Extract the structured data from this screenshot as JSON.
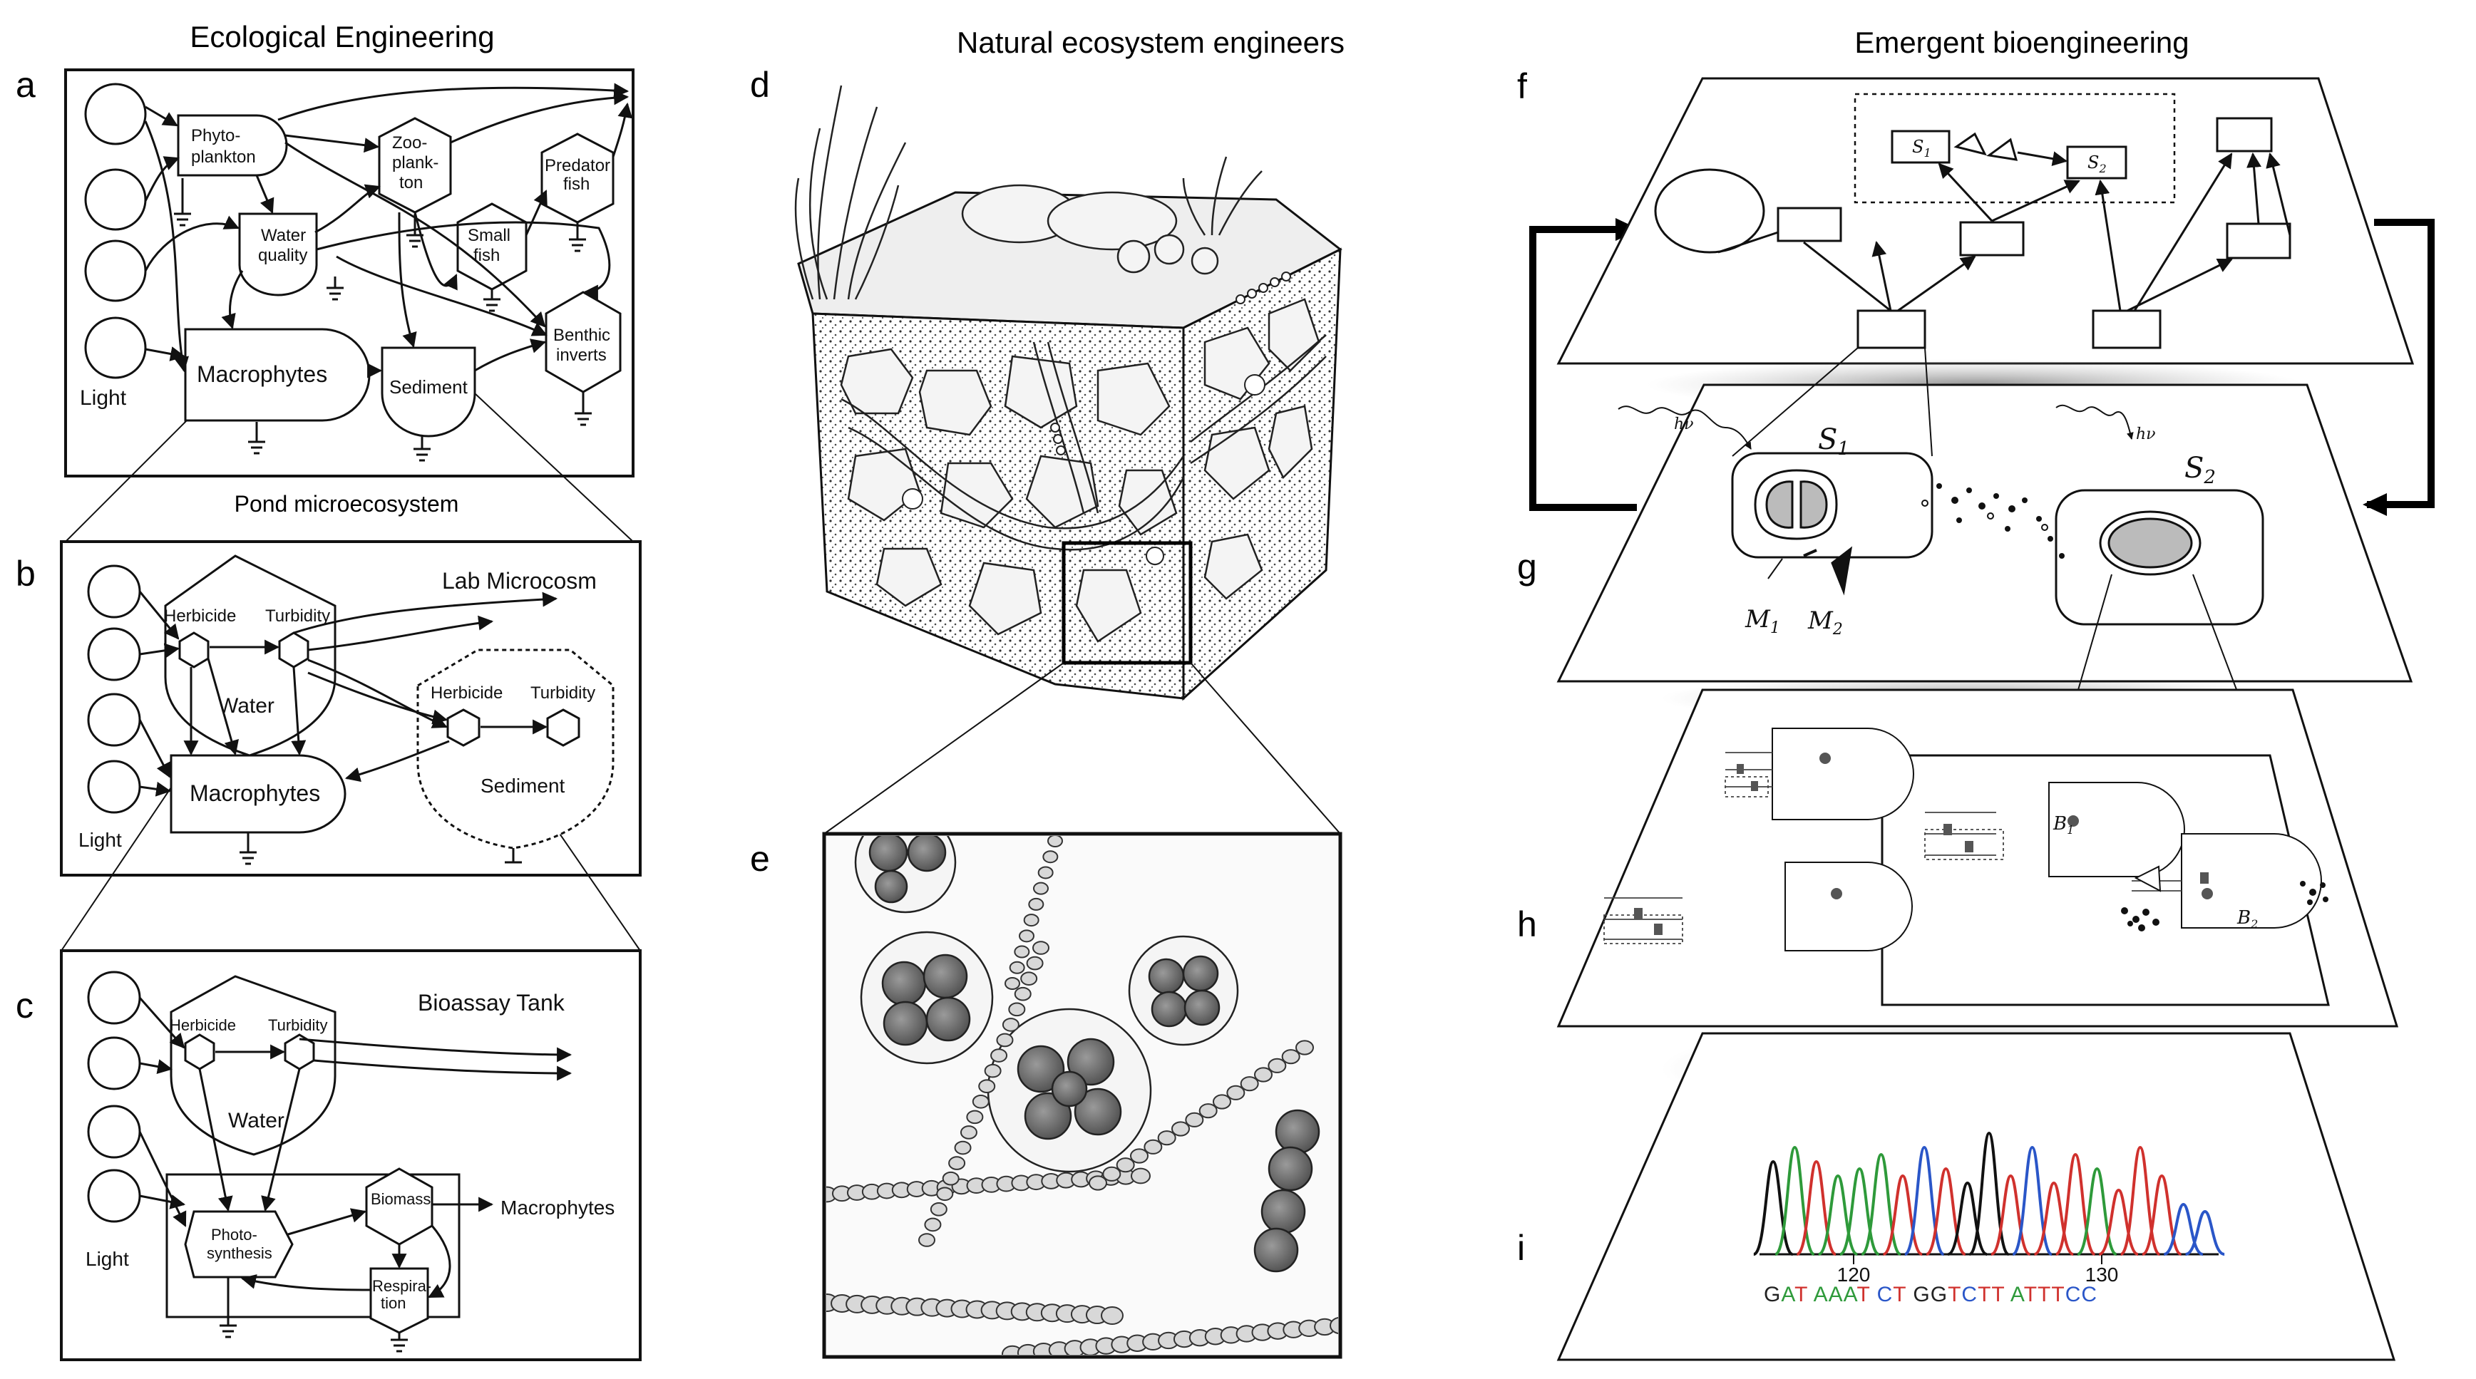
{
  "titles": {
    "left": "Ecological Engineering",
    "middle": "Natural ecosystem engineers",
    "right": "Emergent bioengineering"
  },
  "panel_letters": [
    "a",
    "b",
    "c",
    "d",
    "e",
    "f",
    "g",
    "h",
    "i"
  ],
  "panel_a": {
    "light": "Light",
    "phyto": [
      "Phyto-",
      "plankton"
    ],
    "zoo": [
      "Zoo-",
      "plank-",
      "ton"
    ],
    "predator": [
      "Predator",
      "fish"
    ],
    "small_fish": [
      "Small",
      "fish"
    ],
    "water_quality": [
      "Water",
      "quality"
    ],
    "macrophytes": "Macrophytes",
    "sediment": "Sediment",
    "benthic": [
      "Benthic",
      "inverts"
    ]
  },
  "pond_label": "Pond microecosystem",
  "panel_b": {
    "title": "Lab Microcosm",
    "herbicide": "Herbicide",
    "turbidity": "Turbidity",
    "water": "Water",
    "macrophytes": "Macrophytes",
    "sed_herbicide": "Herbicide",
    "sed_turbidity": "Turbidity",
    "sediment": "Sediment",
    "light": "Light"
  },
  "panel_c": {
    "title": "Bioassay Tank",
    "herbicide": "Herbicide",
    "turbidity": "Turbidity",
    "water": "Water",
    "biomass": "Biomass",
    "macrophytes": "Macrophytes",
    "photo": [
      "Photo-",
      "synthesis"
    ],
    "resp": [
      "Respira-",
      "tion"
    ],
    "light": "Light"
  },
  "panel_f": {
    "s1": "S",
    "s1_sub": "1",
    "s2": "S",
    "s2_sub": "2"
  },
  "panel_g": {
    "hv1": "hν",
    "hv2": "hν",
    "S1": "S",
    "S1_sub": "1",
    "S2": "S",
    "S2_sub": "2",
    "M1": "M",
    "M1_sub": "1",
    "M2": "M",
    "M2_sub": "2"
  },
  "panel_h": {
    "B1": "B",
    "B1_sub": "1",
    "B2": "B",
    "B2_sub": "2"
  },
  "panel_i": {
    "tick_120": "120",
    "tick_130": "130",
    "seq": [
      {
        "t": "G",
        "c": "#222222"
      },
      {
        "t": "A",
        "c": "#2e9a3a"
      },
      {
        "t": "T",
        "c": "#d0312d"
      },
      {
        "t": " ",
        "c": "#222222"
      },
      {
        "t": "A",
        "c": "#2e9a3a"
      },
      {
        "t": "A",
        "c": "#2e9a3a"
      },
      {
        "t": "A",
        "c": "#2e9a3a"
      },
      {
        "t": "T",
        "c": "#d0312d"
      },
      {
        "t": " ",
        "c": "#222222"
      },
      {
        "t": "C",
        "c": "#2a56c8"
      },
      {
        "t": "T",
        "c": "#d0312d"
      },
      {
        "t": " ",
        "c": "#222222"
      },
      {
        "t": "G",
        "c": "#222222"
      },
      {
        "t": "G",
        "c": "#222222"
      },
      {
        "t": "T",
        "c": "#d0312d"
      },
      {
        "t": "C",
        "c": "#2a56c8"
      },
      {
        "t": "T",
        "c": "#d0312d"
      },
      {
        "t": "T",
        "c": "#d0312d"
      },
      {
        "t": " ",
        "c": "#222222"
      },
      {
        "t": "A",
        "c": "#2e9a3a"
      },
      {
        "t": "T",
        "c": "#d0312d"
      },
      {
        "t": "T",
        "c": "#d0312d"
      },
      {
        "t": "T",
        "c": "#d0312d"
      },
      {
        "t": "C",
        "c": "#2a56c8"
      },
      {
        "t": "C",
        "c": "#2a56c8"
      }
    ],
    "trace_colors": {
      "A": "#2e9a3a",
      "C": "#2a56c8",
      "G": "#111111",
      "T": "#d0312d"
    }
  }
}
